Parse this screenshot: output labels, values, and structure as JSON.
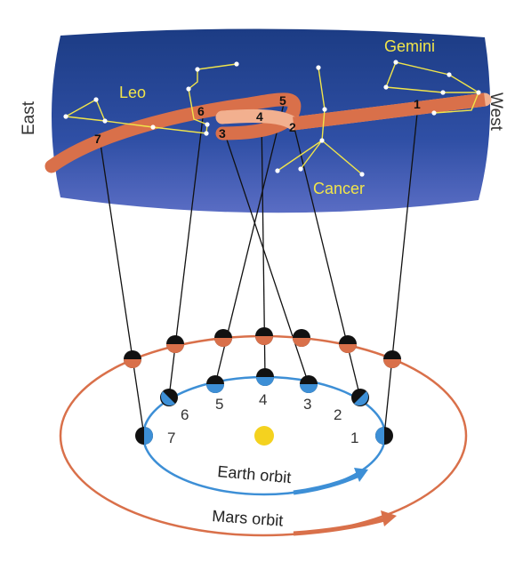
{
  "sky": {
    "east_label": "East",
    "west_label": "West",
    "constellations": [
      "Leo",
      "Gemini",
      "Cancer"
    ],
    "path_points": [
      "1",
      "2",
      "3",
      "4",
      "5",
      "6",
      "7"
    ]
  },
  "earth_positions": [
    "1",
    "2",
    "3",
    "4",
    "5",
    "6",
    "7"
  ],
  "orbits": {
    "earth_label": "Earth orbit",
    "mars_label": "Mars orbit"
  },
  "colors": {
    "sky_top": "#1d3f86",
    "sky_bottom": "#4a5fb8",
    "mars_path": "#d9704a",
    "mars_path_back": "#f2b08f",
    "earth_orbit": "#3d8fd6",
    "mars_orbit": "#d9704a",
    "sun": "#f4d21f",
    "constellation": "#f1e54a"
  },
  "icons": {
    "sun": "sun-icon",
    "planet": "planet-icon"
  }
}
